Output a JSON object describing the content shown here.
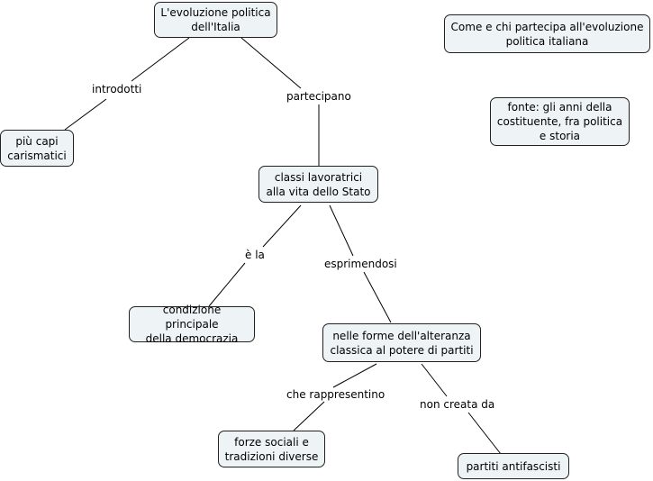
{
  "nodes": {
    "root": "L'evoluzione politica\ndell'Italia",
    "title_note": "Come e chi partecipa all'evoluzione\npolitica italiana",
    "source_note": "fonte: gli anni della\ncostituente, fra politica\ne storia",
    "capi": "più capi\ncarismatici",
    "classi": "classi lavoratrici\nalla vita dello Stato",
    "condizione": "condizione principale\ndella democrazia",
    "forme": "nelle forme dell'alteranza\nclassica al potere di partiti",
    "forze": "forze sociali e\ntradizioni diverse",
    "partiti": "partiti antifascisti"
  },
  "links": {
    "introdotti": "introdotti",
    "partecipano": "partecipano",
    "e_la": "è la",
    "esprimendosi": "esprimendosi",
    "che_rappresentino": "che rappresentino",
    "non_creata_da": "non creata da"
  },
  "colors": {
    "node_fill": "#eef3f6",
    "border": "#222222",
    "line": "#000000"
  }
}
